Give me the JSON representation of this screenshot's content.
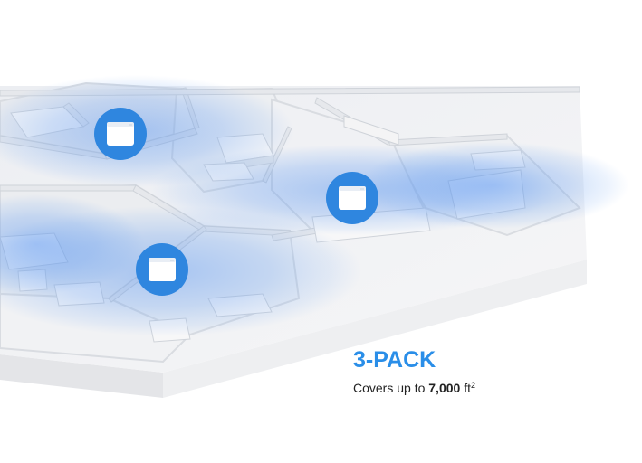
{
  "product": {
    "pack_label": "3-PACK",
    "coverage_prefix": "Covers up to ",
    "coverage_value": "7,000",
    "coverage_unit": " ft",
    "coverage_exponent": "2"
  },
  "illustration": {
    "units": [
      {
        "name": "mesh-unit-top-left",
        "icon": "router-icon"
      },
      {
        "name": "mesh-unit-right",
        "icon": "router-icon"
      },
      {
        "name": "mesh-unit-bottom-left",
        "icon": "router-icon"
      }
    ],
    "colors": {
      "accent": "#2a8ee8",
      "badge": "#2f86df",
      "signal": "#4f8ff0",
      "floor": "#f1f2f4",
      "wall": "#e1e3e7",
      "base_side": "#e7e8ea"
    }
  }
}
